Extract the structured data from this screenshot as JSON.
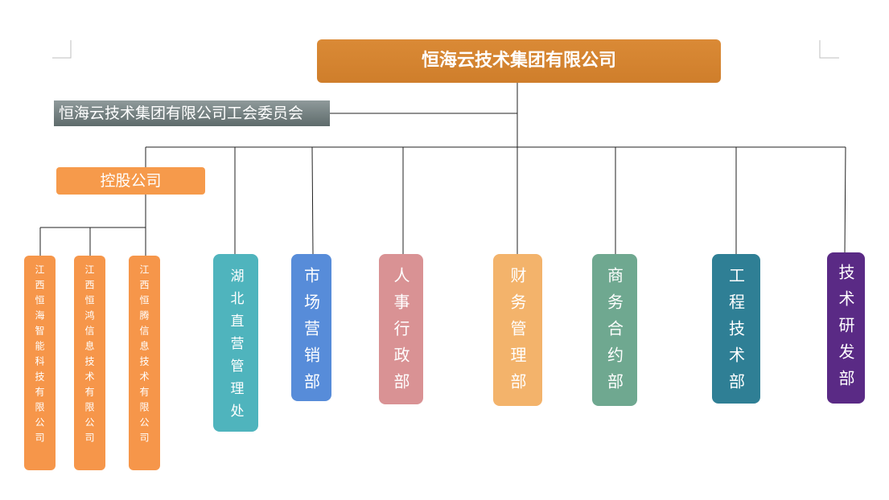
{
  "root": {
    "label": "恒海云技术集团有限公司"
  },
  "union": {
    "label": "恒海云技术集团有限公司工会委员会"
  },
  "holding": {
    "label": "控股公司"
  },
  "subsidiaries": [
    {
      "label": "江西恒海智能科技有限公司"
    },
    {
      "label": "江西恒鸿信息技术有限公司"
    },
    {
      "label": "江西恒腾信息技术有限公司"
    }
  ],
  "departments": [
    {
      "label": "湖北直营管理处",
      "color": "#4fb4bd"
    },
    {
      "label": "市场营销部",
      "color": "#578cd9"
    },
    {
      "label": "人事行政部",
      "color": "#d99294"
    },
    {
      "label": "财务管理部",
      "color": "#f3b36b"
    },
    {
      "label": "商务合约部",
      "color": "#6fa890"
    },
    {
      "label": "工程技术部",
      "color": "#2f7f95"
    },
    {
      "label": "技术研发部",
      "color": "#5a2a85"
    }
  ]
}
